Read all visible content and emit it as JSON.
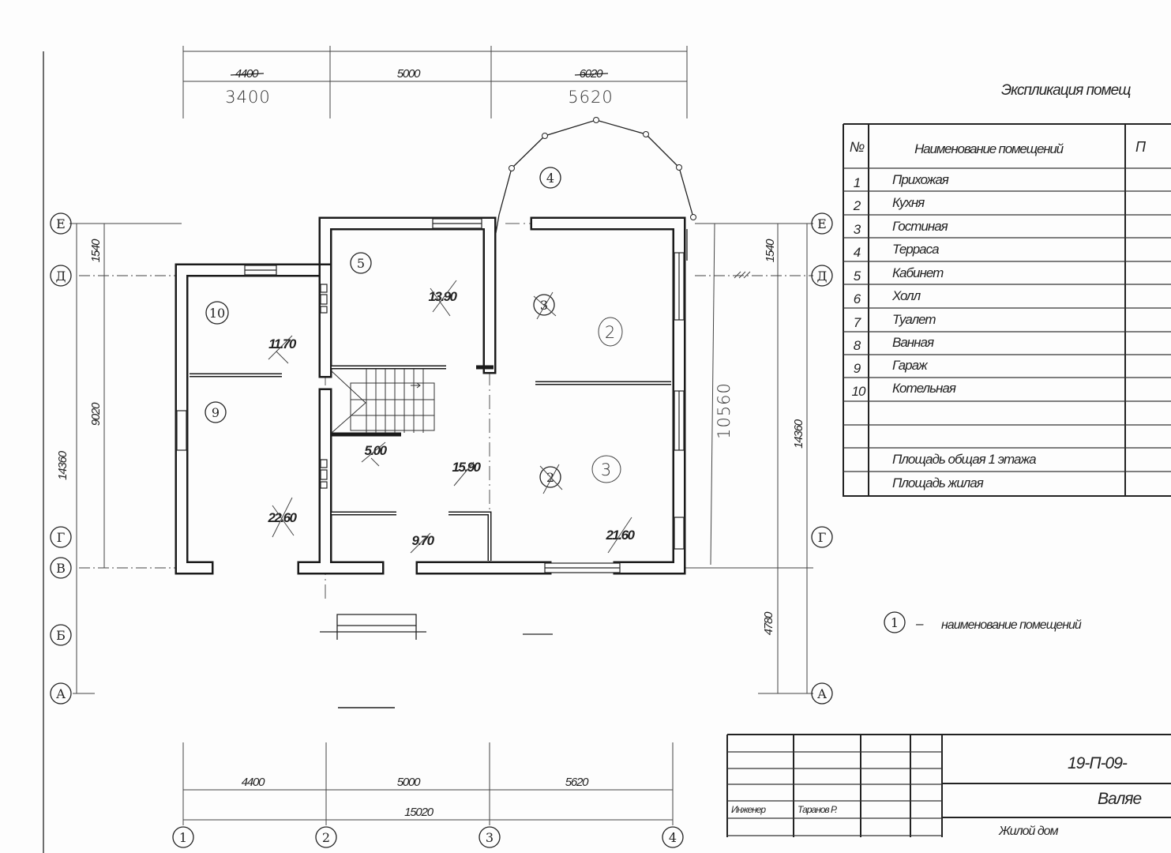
{
  "explication": {
    "title": "Экспликация помещ",
    "header_no": "№",
    "header_name": "Наименование помещений",
    "header_area": "П",
    "rows": [
      {
        "no": "1",
        "name": "Прихожая"
      },
      {
        "no": "2",
        "name": "Кухня"
      },
      {
        "no": "3",
        "name": "Гостиная"
      },
      {
        "no": "4",
        "name": "Терраса"
      },
      {
        "no": "5",
        "name": "Кабинет"
      },
      {
        "no": "6",
        "name": "Холл"
      },
      {
        "no": "7",
        "name": "Туалет"
      },
      {
        "no": "8",
        "name": "Ванная"
      },
      {
        "no": "9",
        "name": "Гараж"
      },
      {
        "no": "10",
        "name": "Котельная"
      }
    ],
    "total_floor": "Площадь общая 1 этажа",
    "total_living": "Площадь жилая"
  },
  "dimensions": {
    "top": {
      "d1": "4400",
      "d2": "5000",
      "d3": "6020",
      "d1_hand": "3400",
      "d3_hand": "5620"
    },
    "bottom": {
      "d1": "4400",
      "d2": "5000",
      "d3": "5620",
      "total": "15020"
    },
    "left": {
      "d1": "1540",
      "d2": "9020",
      "total": "14360"
    },
    "right": {
      "d1": "1540",
      "total": "14360",
      "d3": "4780",
      "hand": "10560"
    }
  },
  "axes": {
    "rows": [
      "Е",
      "Д",
      "Г",
      "В",
      "Б",
      "А"
    ],
    "right_rows": [
      "Е",
      "Д",
      "Г",
      "А"
    ],
    "cols": [
      "1",
      "2",
      "3",
      "4"
    ]
  },
  "rooms": {
    "r5": "5",
    "r10": "10",
    "r9": "9",
    "r4": "4",
    "r3": "3",
    "r2": "2",
    "hand2": "2",
    "hand3": "3"
  },
  "areas": {
    "a1": "13.90",
    "a2": "11.70",
    "a3": "5.00",
    "a4": "15.90",
    "a5": "22.60",
    "a6": "9.70",
    "a7": "21.60"
  },
  "legend": {
    "marker": "1",
    "dash": "–",
    "text": "наименование помещений"
  },
  "title_block": {
    "code": "19-П-09-",
    "name": "Валяе",
    "role": "Инженер",
    "person": "Таранов Р.",
    "object": "Жилой дом"
  }
}
